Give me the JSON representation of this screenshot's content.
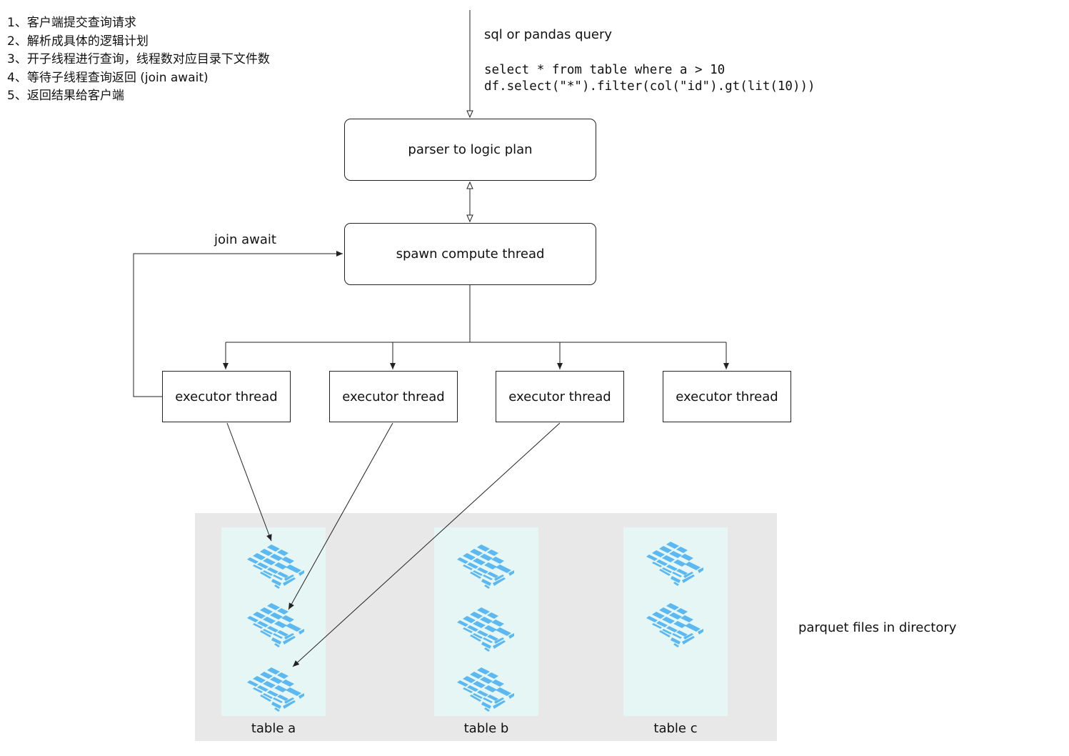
{
  "steps": [
    "1、客户端提交查询请求",
    "2、解析成具体的逻辑计划",
    "3、开子线程进行查询，线程数对应目录下文件数",
    "4、等待子线程查询返回 (join await)",
    "5、返回结果给客户端"
  ],
  "query": {
    "label": "sql or pandas query",
    "sql": "select * from table where a > 10",
    "df": "df.select(\"*\").filter(col(\"id\").gt(lit(10)))"
  },
  "nodes": {
    "parser": "parser to logic plan",
    "spawn": "spawn compute thread",
    "executors": [
      "executor thread",
      "executor thread",
      "executor thread",
      "executor thread"
    ]
  },
  "join_label": "join await",
  "directory": {
    "label": "parquet files in directory",
    "tables": [
      {
        "name": "table a",
        "files": 3
      },
      {
        "name": "table b",
        "files": 3
      },
      {
        "name": "table c",
        "files": 2
      }
    ]
  },
  "colors": {
    "file_icon": "#5bb8f0",
    "directory_bg": "#e8e8e8",
    "table_bg": "#e6f6f4",
    "line": "#222222"
  }
}
